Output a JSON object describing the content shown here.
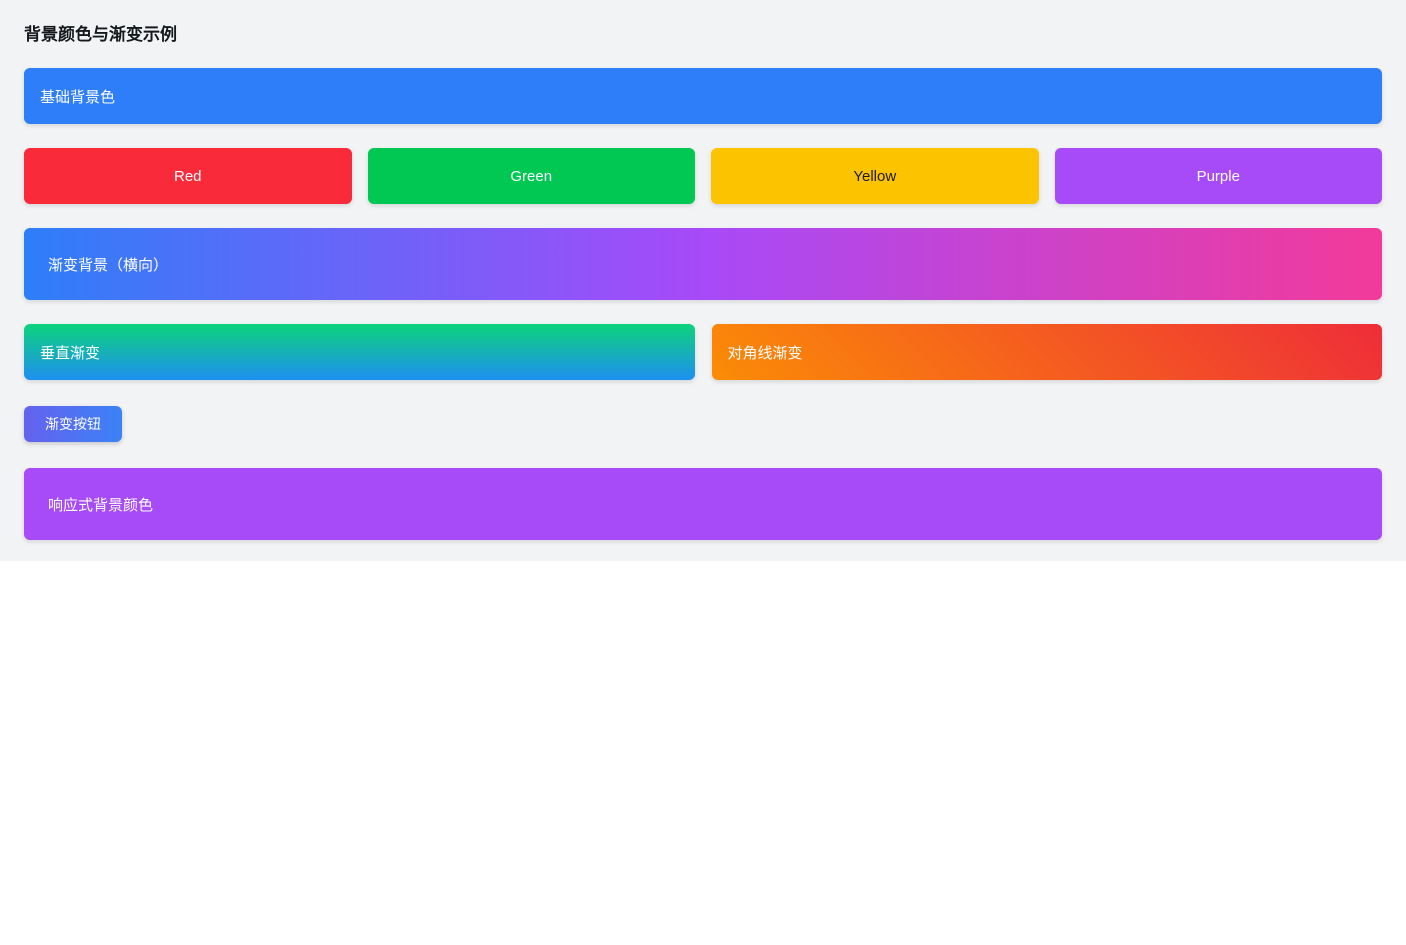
{
  "page": {
    "title": "背景颜色与渐变示例",
    "background_color": "#f2f3f5",
    "body_color": "#ffffff"
  },
  "basic_bar": {
    "label": "基础背景色",
    "color": "#2e7ef9",
    "text_color": "#ffffff"
  },
  "swatches": [
    {
      "label": "Red",
      "color": "#f92b3b",
      "text_color": "#ffffff"
    },
    {
      "label": "Green",
      "color": "#00c853",
      "text_color": "#ffffff"
    },
    {
      "label": "Yellow",
      "color": "#fcc400",
      "text_color": "#1a1a1a"
    },
    {
      "label": "Purple",
      "color": "#a74af8",
      "text_color": "#ffffff"
    }
  ],
  "horizontal_gradient_bar": {
    "label": "渐变背景（横向）",
    "gradient_stops": [
      "#2e7ef9",
      "#a74af8",
      "#f23a9a"
    ],
    "direction": "left-to-right",
    "text_color": "#ffffff"
  },
  "vertical_gradient_bar": {
    "label": "垂直渐变",
    "gradient_stops": [
      "#0dd37c",
      "#1e8ff0"
    ],
    "direction": "top-to-bottom",
    "text_color": "#ffffff"
  },
  "diagonal_gradient_bar": {
    "label": "对角线渐变",
    "gradient_stops": [
      "#fb8c06",
      "#ee2d39"
    ],
    "direction": "bottom-left-to-top-right",
    "text_color": "#ffffff"
  },
  "gradient_button": {
    "label": "渐变按钮",
    "gradient_stops": [
      "#6562ee",
      "#3b82f6"
    ],
    "text_color": "#ffffff"
  },
  "responsive_bar": {
    "label": "响应式背景颜色",
    "color": "#a74af8",
    "text_color": "#ffffff"
  }
}
